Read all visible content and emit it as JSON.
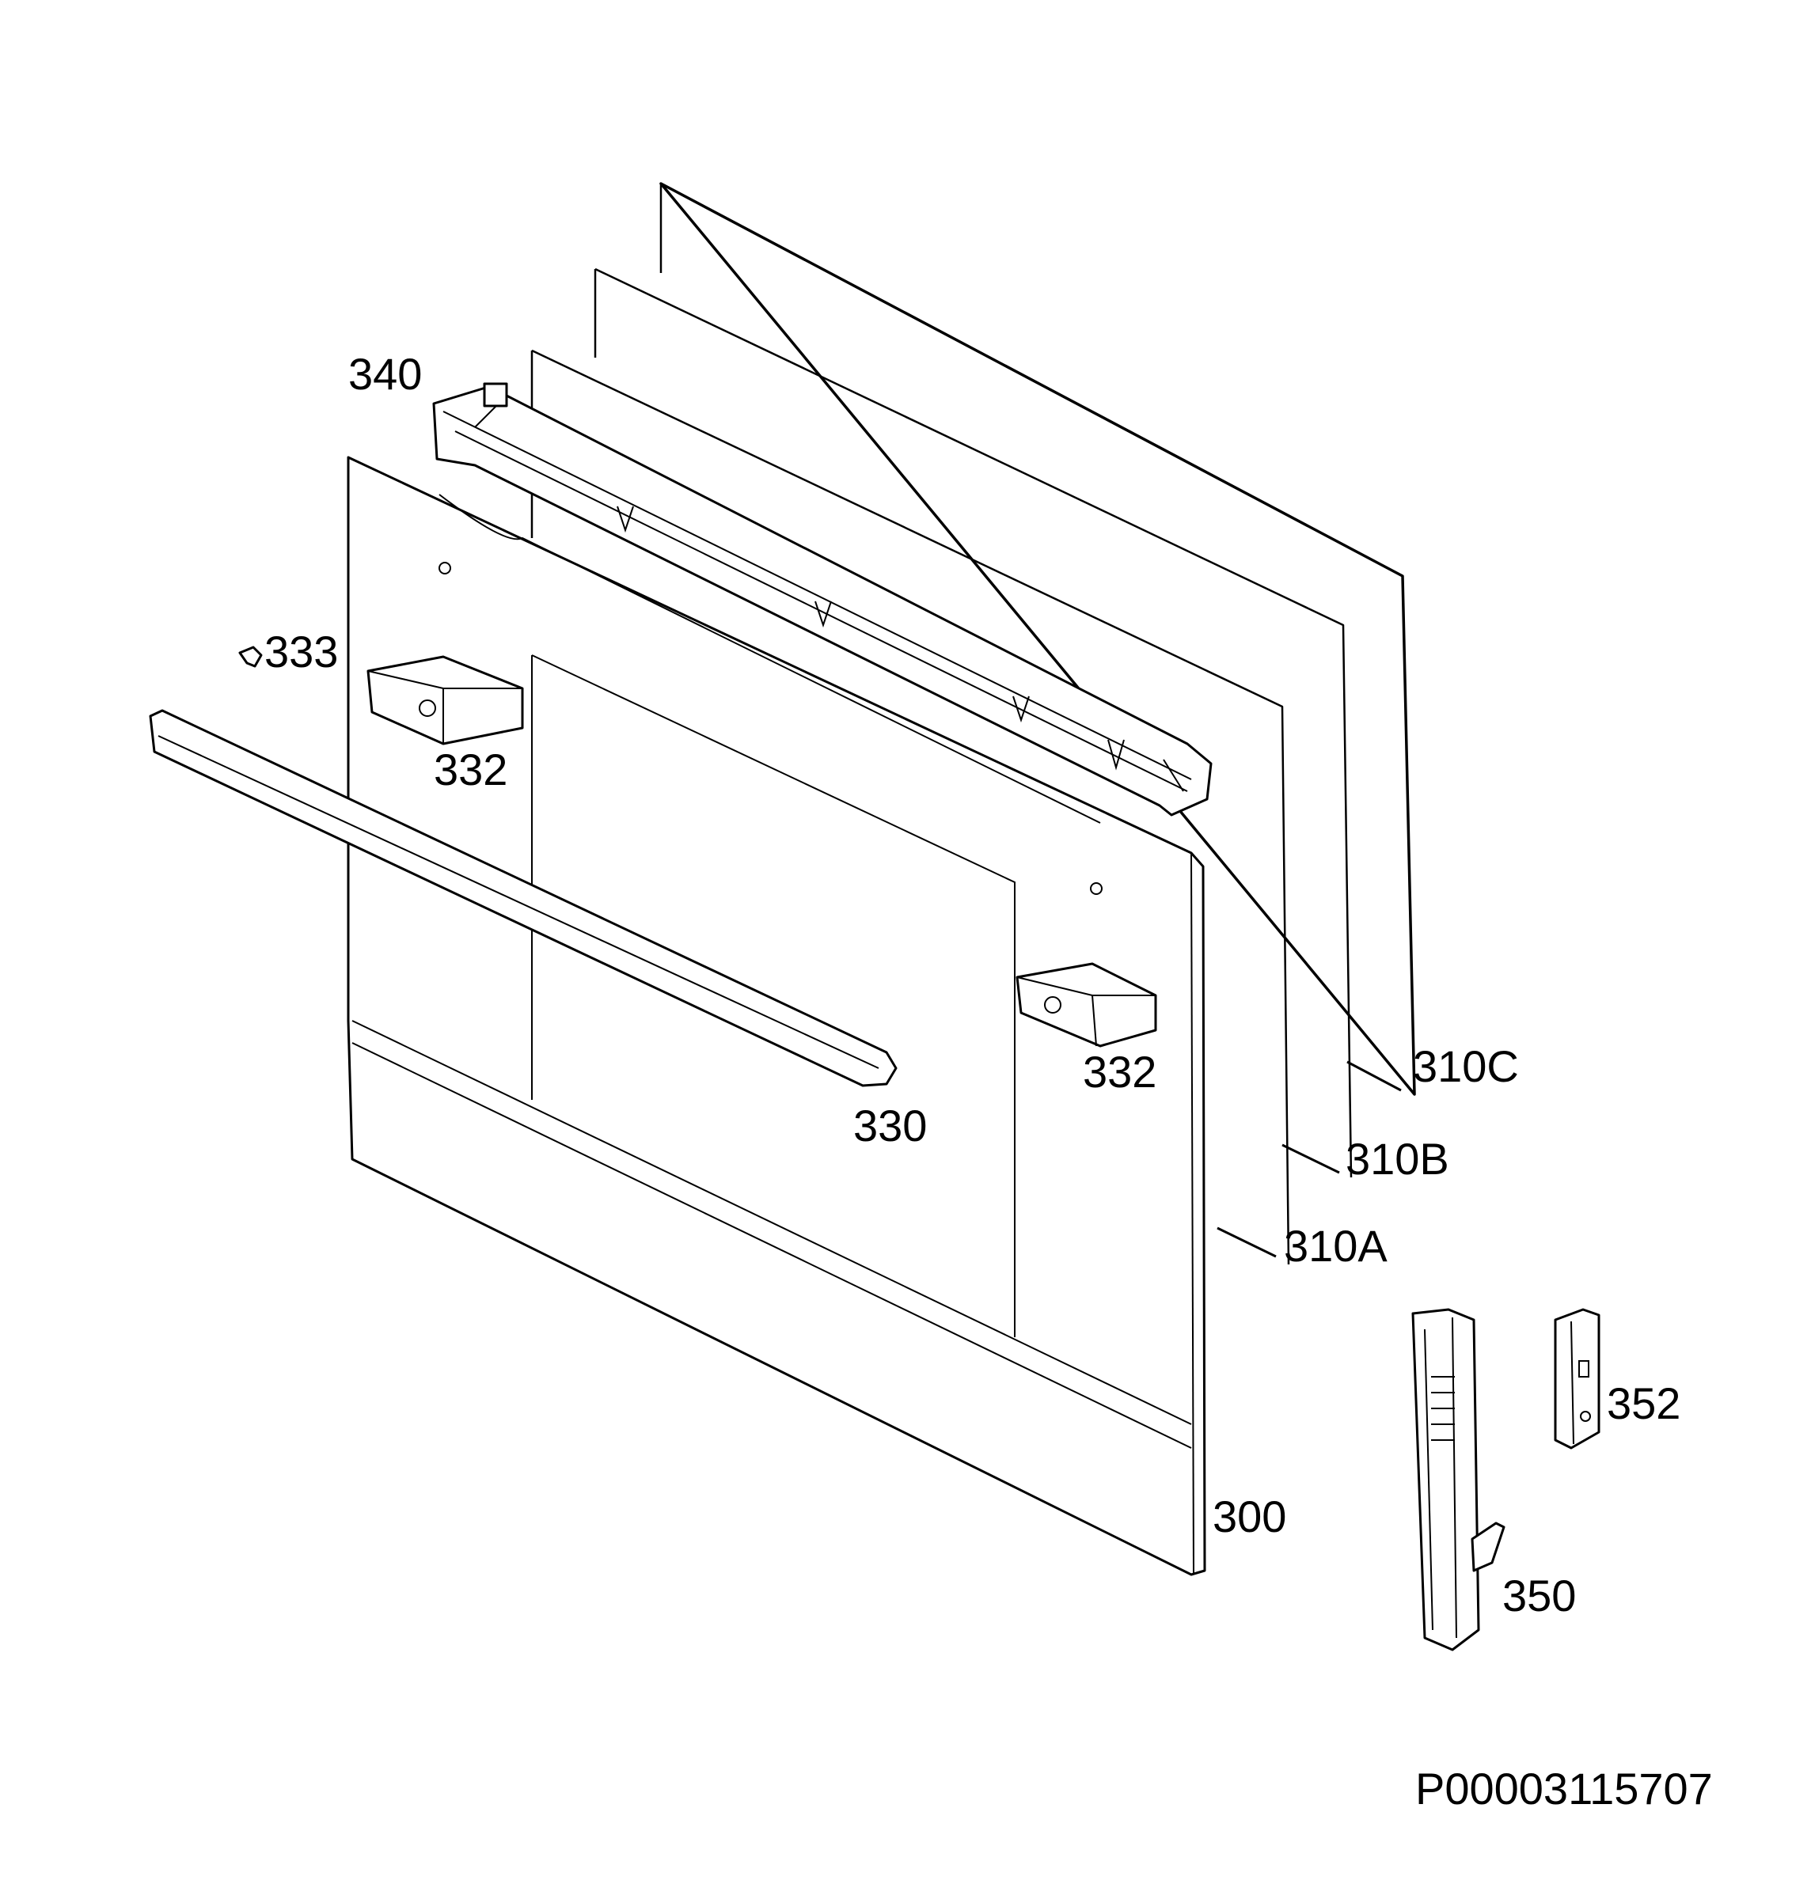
{
  "labels": {
    "p340": "340",
    "p333": "333",
    "p332_left": "332",
    "p332_right": "332",
    "p330": "330",
    "p310c": "310C",
    "p310b": "310B",
    "p310a": "310A",
    "p300": "300",
    "p352": "352",
    "p350": "350"
  },
  "document_id": "P00003115707"
}
